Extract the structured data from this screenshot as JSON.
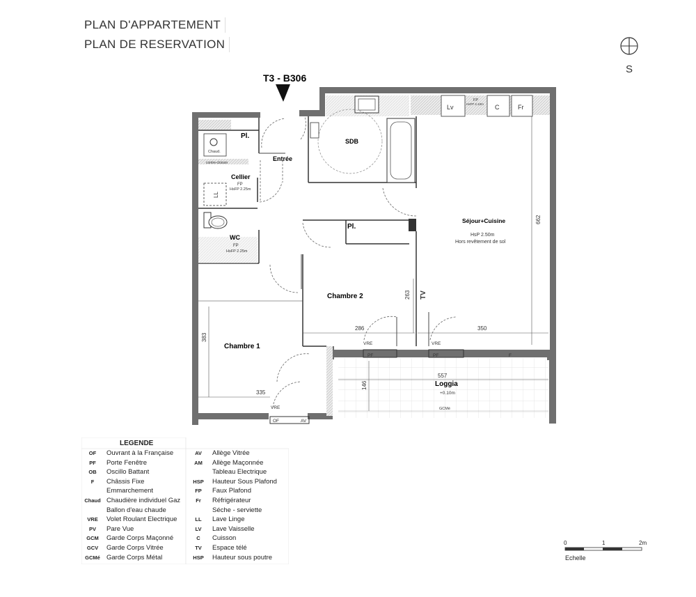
{
  "header": {
    "line1": "PLAN D'APPARTEMENT",
    "line2": "PLAN DE RESERVATION"
  },
  "compass": {
    "label": "S"
  },
  "unit": {
    "id": "T3 - B306"
  },
  "rooms": {
    "pl1": "Pl.",
    "entree": "Entrée",
    "sdb": "SDB",
    "cellier": "Cellier",
    "cellier_fp": "FP",
    "cellier_hsfp": "HsFP 2.25m",
    "wc": "WC",
    "wc_fp": "FP",
    "wc_hsfp": "HsFP 2.25m",
    "pl2": "Pl.",
    "sejour": "Séjour+Cuisine",
    "sejour_hsp": "HsP 2.50m",
    "sejour_note": "Hors revêtement de sol",
    "chambre2": "Chambre 2",
    "chambre1": "Chambre 1",
    "loggia": "Loggia",
    "loggia_level": "+0.10m"
  },
  "fixtures": {
    "chaud": "Chaud.",
    "contre_cloison": "contre-cloison",
    "ll": "LL",
    "lv": "Lv",
    "c": "C",
    "fr": "Fr",
    "fp_kitchen": "FP",
    "hsfp_kitchen": "HsFP 2.10m",
    "tv": "TV"
  },
  "dimensions": {
    "sejour_depth": "662",
    "chambre2_depth": "263",
    "chambre2_width": "286",
    "sejour_width": "350",
    "chambre1_depth": "383",
    "chambre1_width": "335",
    "loggia_width": "557",
    "loggia_depth": "146"
  },
  "openings": {
    "vre1": "VRE",
    "vre2": "VRE",
    "vre3": "VRE",
    "pf1": "PF",
    "pf2": "PF",
    "f1": "F",
    "of": "OF",
    "av": "AV",
    "gcm": "GCMé"
  },
  "legend": {
    "title": "LEGENDE",
    "left": [
      {
        "code": "OF",
        "label": "Ouvrant à la Française"
      },
      {
        "code": "PF",
        "label": "Porte Fenêtre"
      },
      {
        "code": "OB",
        "label": "Oscillo Battant"
      },
      {
        "code": "F",
        "label": "Châssis Fixe"
      },
      {
        "code": "",
        "label": "Emmarchement"
      },
      {
        "code": "Chaud",
        "label": "Chaudière individuel Gaz"
      },
      {
        "code": "",
        "label": "Ballon d'eau chaude"
      },
      {
        "code": "VRE",
        "label": "Volet Roulant Electrique"
      },
      {
        "code": "PV",
        "label": "Pare Vue"
      },
      {
        "code": "GCM",
        "label": "Garde Corps Maçonné"
      },
      {
        "code": "GCV",
        "label": "Garde Corps Vitrée"
      },
      {
        "code": "GCMé",
        "label": "Garde Corps Métal"
      }
    ],
    "right": [
      {
        "code": "AV",
        "label": "Allège Vitrée"
      },
      {
        "code": "AM",
        "label": "Allège Maçonnée"
      },
      {
        "code": "",
        "label": "Tableau Electrique"
      },
      {
        "code": "HSP",
        "label": "Hauteur Sous Plafond"
      },
      {
        "code": "FP",
        "label": "Faux Plafond"
      },
      {
        "code": "Fr",
        "label": "Réfrigérateur"
      },
      {
        "code": "",
        "label": "Séche - serviette"
      },
      {
        "code": "LL",
        "label": "Lave Linge"
      },
      {
        "code": "LV",
        "label": "Lave Vaisselle"
      },
      {
        "code": "C",
        "label": "Cuisson"
      },
      {
        "code": "TV",
        "label": "Espace télé"
      },
      {
        "code": "HSP",
        "label": "Hauteur sous poutre"
      }
    ]
  },
  "scale": {
    "t0": "0",
    "t1": "1",
    "t2": "2m",
    "label": "Echelle"
  }
}
